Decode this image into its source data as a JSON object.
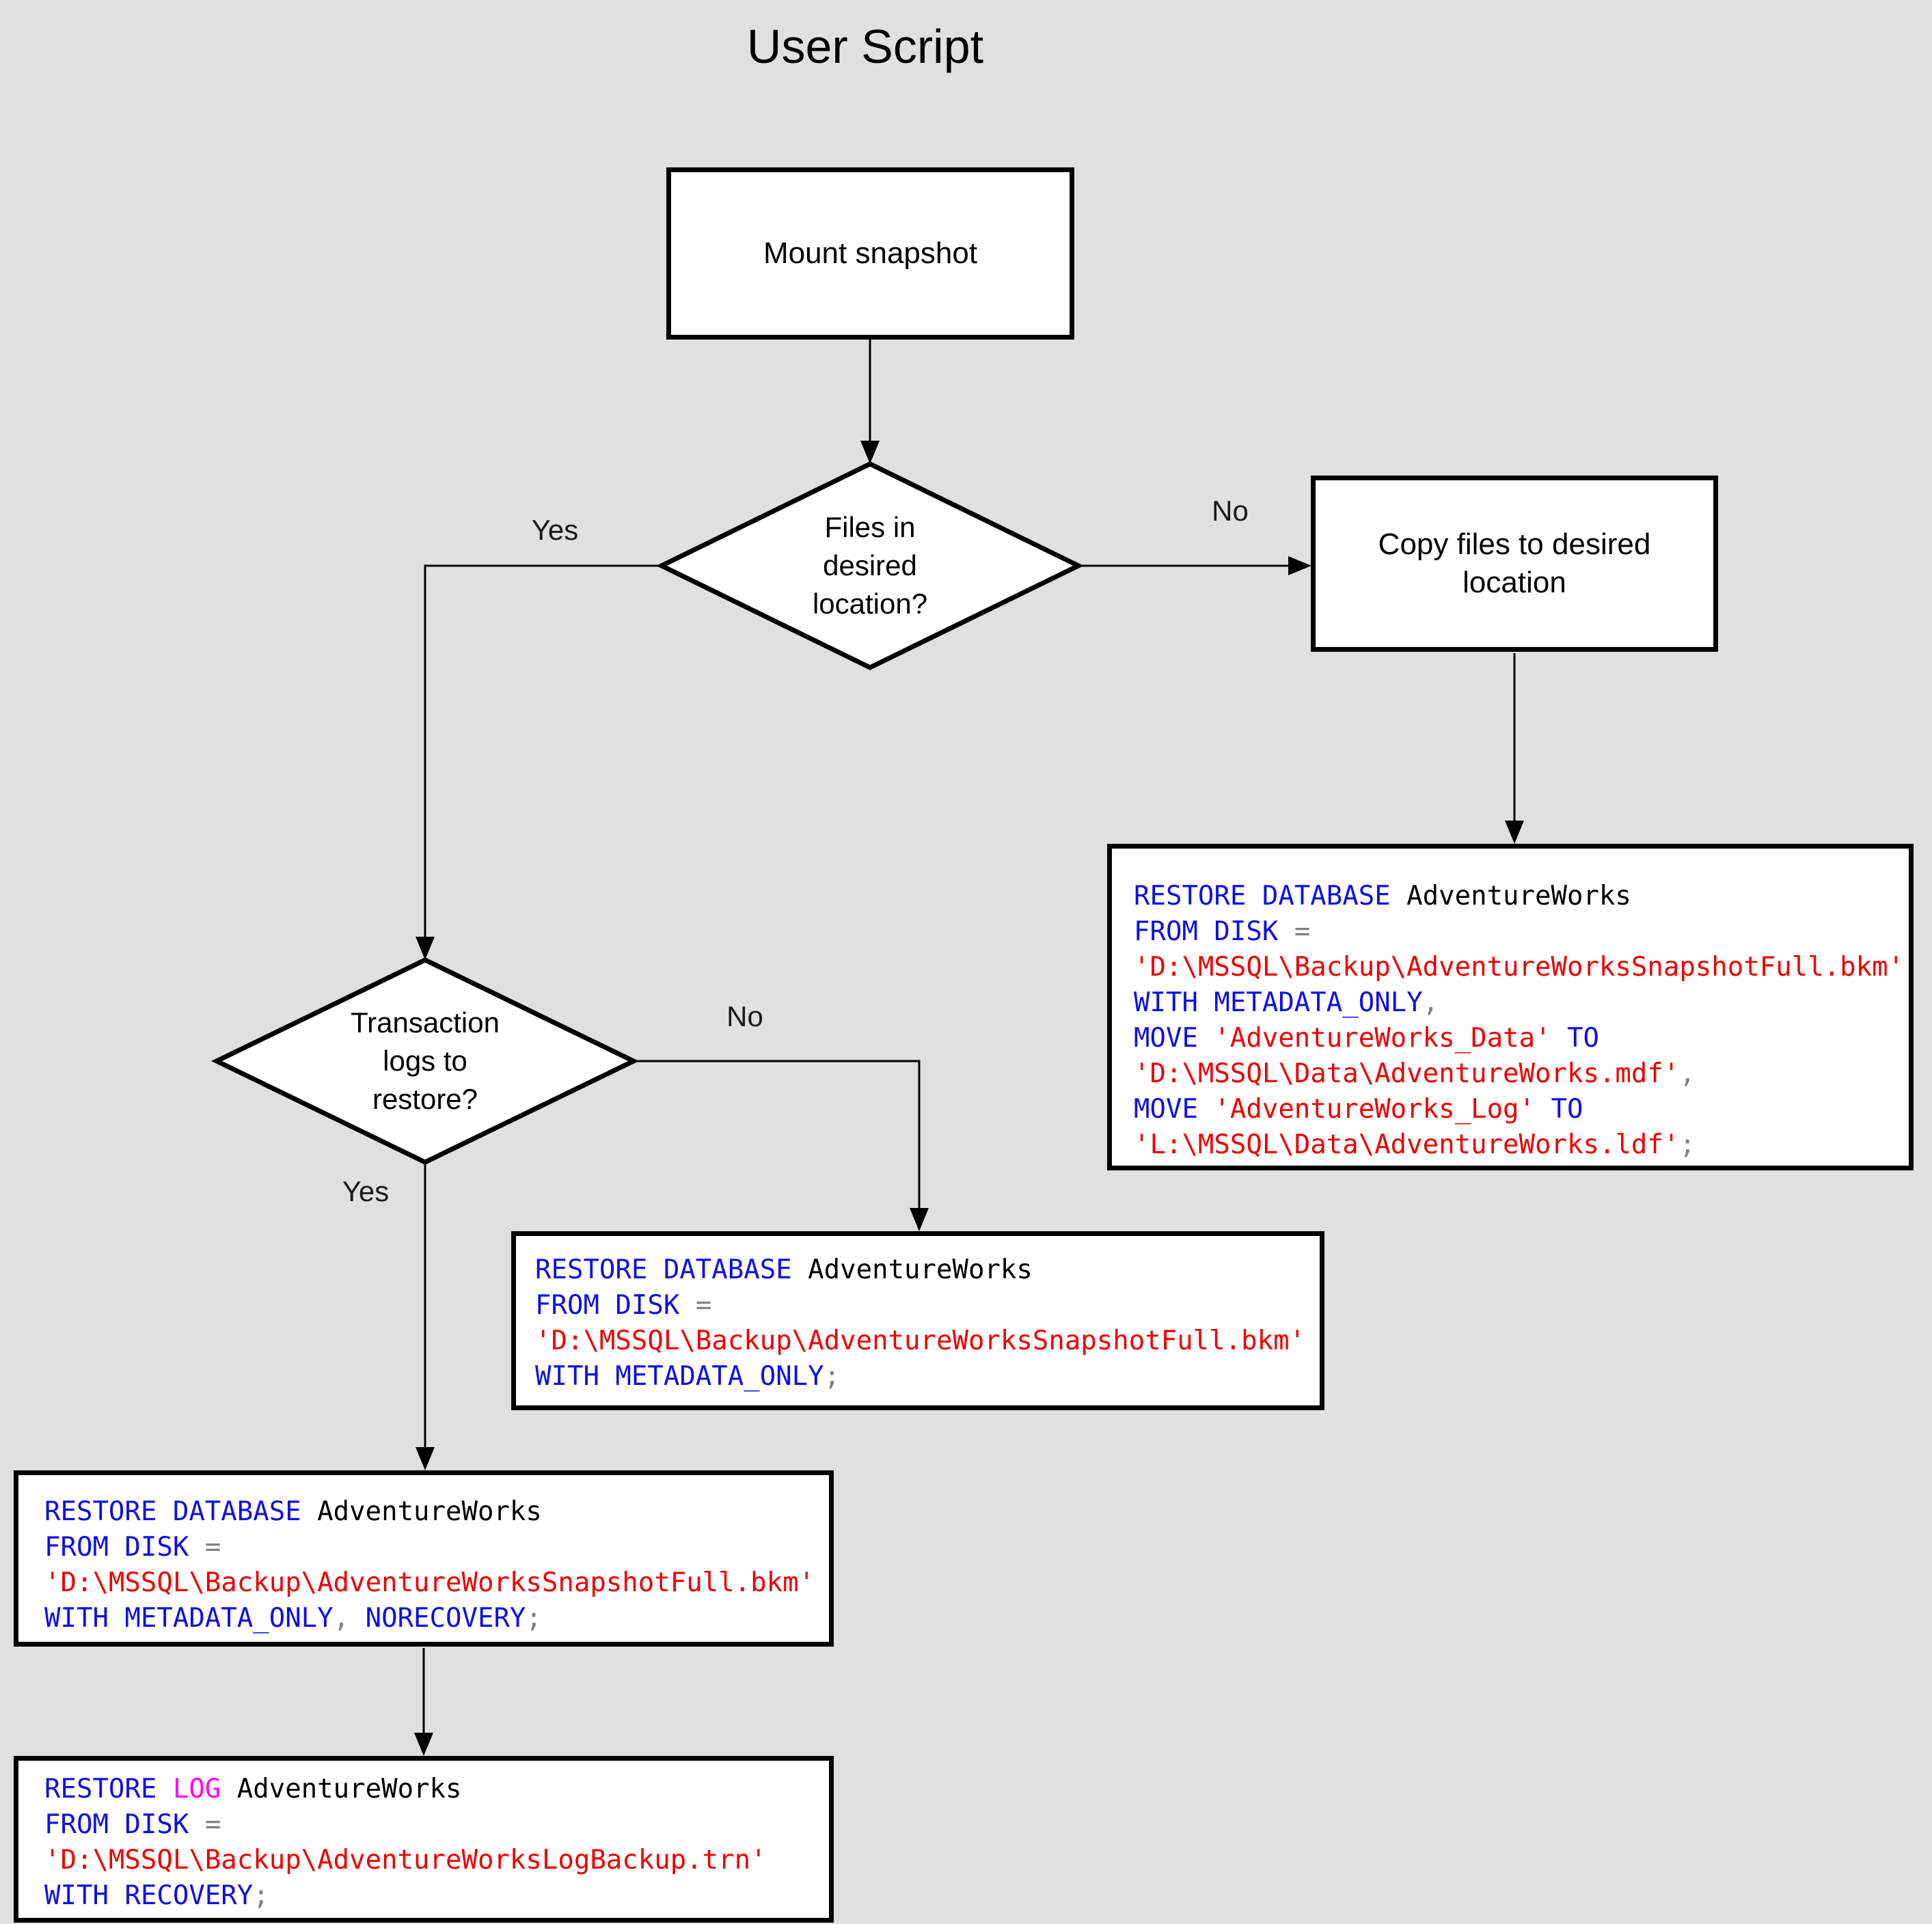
{
  "title": "User Script",
  "palette": {
    "background": "#e0e0e0",
    "keyword": "#0f0fe8",
    "string": "#ee0000",
    "operator": "#808080",
    "system": "#ff00ff",
    "plain": "#000000"
  },
  "nodes": {
    "mount": {
      "label": "Mount snapshot"
    },
    "decision_files": {
      "lines": [
        "Files in",
        "desired",
        "location?"
      ]
    },
    "copy": {
      "label": "Copy files to desired location"
    },
    "decision_logs": {
      "lines": [
        "Transaction",
        "logs to",
        "restore?"
      ]
    }
  },
  "edge_labels": {
    "files_yes": "Yes",
    "files_no": "No",
    "logs_yes": "Yes",
    "logs_no": "No"
  },
  "code_boxes": {
    "restore_move": {
      "lines": [
        [
          [
            "RESTORE DATABASE",
            "k"
          ],
          [
            " AdventureWorks",
            "t"
          ]
        ],
        [
          [
            "FROM DISK",
            "k"
          ],
          [
            " ",
            "t"
          ],
          [
            "=",
            "o"
          ]
        ],
        [
          [
            "'D:\\MSSQL\\Backup\\AdventureWorksSnapshotFull.bkm'",
            "s"
          ]
        ],
        [
          [
            "WITH METADATA_ONLY",
            "k"
          ],
          [
            ",",
            "o"
          ]
        ],
        [
          [
            "MOVE",
            "k"
          ],
          [
            " ",
            "t"
          ],
          [
            "'AdventureWorks_Data'",
            "s"
          ],
          [
            " ",
            "t"
          ],
          [
            "TO",
            "k"
          ]
        ],
        [
          [
            "'D:\\MSSQL\\Data\\AdventureWorks.mdf'",
            "s"
          ],
          [
            ",",
            "o"
          ]
        ],
        [
          [
            "MOVE",
            "k"
          ],
          [
            " ",
            "t"
          ],
          [
            "'AdventureWorks_Log'",
            "s"
          ],
          [
            " ",
            "t"
          ],
          [
            "TO",
            "k"
          ]
        ],
        [
          [
            "'L:\\MSSQL\\Data\\AdventureWorks.ldf'",
            "s"
          ],
          [
            ";",
            "o"
          ]
        ]
      ]
    },
    "restore_metadata": {
      "lines": [
        [
          [
            "RESTORE DATABASE",
            "k"
          ],
          [
            " AdventureWorks",
            "t"
          ]
        ],
        [
          [
            "FROM DISK",
            "k"
          ],
          [
            " ",
            "t"
          ],
          [
            "=",
            "o"
          ]
        ],
        [
          [
            "'D:\\MSSQL\\Backup\\AdventureWorksSnapshotFull.bkm'",
            "s"
          ]
        ],
        [
          [
            "WITH METADATA_ONLY",
            "k"
          ],
          [
            ";",
            "o"
          ]
        ]
      ]
    },
    "restore_norecovery": {
      "lines": [
        [
          [
            "RESTORE DATABASE",
            "k"
          ],
          [
            " AdventureWorks",
            "t"
          ]
        ],
        [
          [
            "FROM DISK",
            "k"
          ],
          [
            " ",
            "t"
          ],
          [
            "=",
            "o"
          ]
        ],
        [
          [
            "'D:\\MSSQL\\Backup\\AdventureWorksSnapshotFull.bkm'",
            "s"
          ]
        ],
        [
          [
            "WITH METADATA_ONLY",
            "k"
          ],
          [
            ", ",
            "o"
          ],
          [
            "NORECOVERY",
            "k"
          ],
          [
            ";",
            "o"
          ]
        ]
      ]
    },
    "restore_log": {
      "lines": [
        [
          [
            "RESTORE ",
            "k"
          ],
          [
            "LOG",
            "m"
          ],
          [
            " AdventureWorks",
            "t"
          ]
        ],
        [
          [
            "FROM DISK",
            "k"
          ],
          [
            " ",
            "t"
          ],
          [
            "=",
            "o"
          ]
        ],
        [
          [
            "'D:\\MSSQL\\Backup\\AdventureWorksLogBackup.trn'",
            "s"
          ]
        ],
        [
          [
            "WITH RECOVERY",
            "k"
          ],
          [
            ";",
            "o"
          ]
        ]
      ]
    }
  }
}
